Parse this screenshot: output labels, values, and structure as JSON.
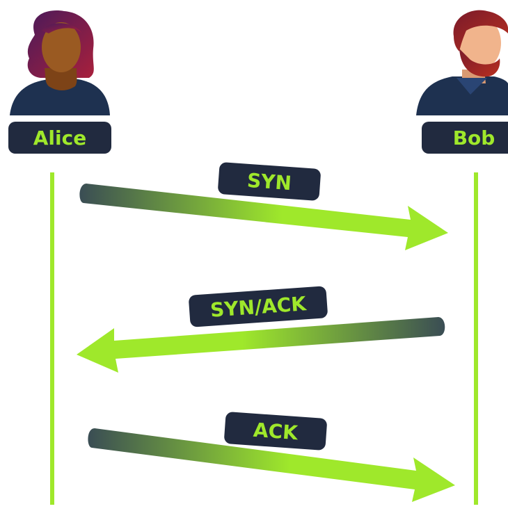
{
  "participants": {
    "alice": {
      "name": "Alice"
    },
    "bob": {
      "name": "Bob"
    }
  },
  "messages": [
    {
      "label": "SYN",
      "from": "Alice",
      "to": "Bob"
    },
    {
      "label": "SYN/ACK",
      "from": "Bob",
      "to": "Alice"
    },
    {
      "label": "ACK",
      "from": "Alice",
      "to": "Bob"
    }
  ],
  "colors": {
    "accent_green": "#9fe82b",
    "dark_navy": "#212a3f",
    "arrow_tail_dark": "#3a4d54",
    "alice_hair": "#8e1c3a",
    "alice_skin": "#9a5a22",
    "bob_hair": "#9b2020",
    "bob_skin": "#f1b48c",
    "shirt": "#1e3150"
  }
}
